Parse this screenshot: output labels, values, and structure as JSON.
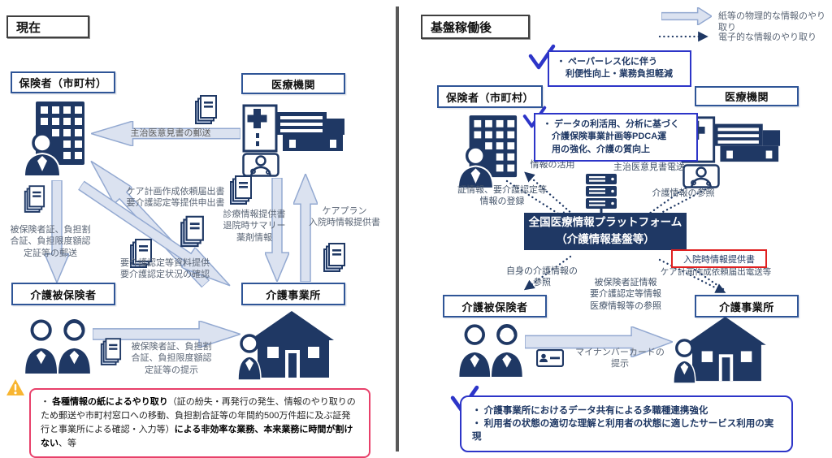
{
  "colors": {
    "navy": "#1f3864",
    "entity_border": "#2f5597",
    "benefit_blue": "#2d35c8",
    "warning_pink": "#e8406a",
    "highlight_red": "#e02020",
    "arrow_fill": "#dbe2f0",
    "warning_yellow": "#f8b531"
  },
  "icons": {
    "building": "building-icon",
    "hospital": "hospital-icon",
    "doctor": "doctor-icon",
    "documents": "documents-icon",
    "people": "people-icon",
    "house": "house-icon",
    "server": "server-icon",
    "id_card": "id-card-icon",
    "warning": "warning-icon",
    "check": "check-icon"
  },
  "legend": {
    "paper": "紙等の物理的な情報のやり取り",
    "electronic": "電子的な情報のやり取り"
  },
  "left": {
    "title": "現在",
    "boxes": {
      "insurer": "保険者（市町村）",
      "medical": "医療機関",
      "insured": "介護被保険者",
      "care_office": "介護事業所"
    },
    "flows": {
      "doctor_opinion_mail": "主治医意見書の郵送",
      "cert_mail": "被保険者証、負担割\n合証、負担限度額認\n定証等の郵送",
      "care_plan_request": "ケア計画作成依頼届出書\n要介護認定等提供申出書",
      "cert_provision": "要介護認定等資料提供\n要介護認定状況の確認",
      "medical_docs": "診療情報提供書\n退院時サマリー\n薬剤情報",
      "care_plan": "ケアプラン\n入院時情報提供書",
      "cert_show": "被保険者証、負担割\n合証、負担限度額認\n定証等の提示"
    },
    "warning": {
      "bullet": "・ ",
      "bold1": "各種情報の紙によるやり取り",
      "normal": "（証の紛失・再発行の発生、情報のやり取りのため郵送や市町村窓口への移動、負担割合証等の年間約500万件超に及ぶ証発行と事業所による確認・入力等）",
      "bold2": "による非効率な業務、本来業務に時間が割けない",
      "tail": "、等"
    }
  },
  "right": {
    "title": "基盤稼働後",
    "boxes": {
      "insurer": "保険者（市町村）",
      "medical": "医療機関",
      "insured": "介護被保険者",
      "care_office": "介護事業所"
    },
    "platform": {
      "line1": "全国医療情報プラットフォーム",
      "line2": "（介護情報基盤等）"
    },
    "benefits": {
      "paperless": "・ ペーパーレス化に伴う\n　利便性向上・業務負担軽減",
      "pdca": "・ データの利活用、分析に基づく\n　介護保険事業計画等PDCA運\n　用の強化、介護の質向上",
      "bottom": "・ 介護事業所におけるデータ共有による多職種連携強化\n・ 利用者の状態の適切な理解と利用者の状態に適したサービス利用の実現"
    },
    "flows": {
      "info_use": "情報の活用",
      "doctor_opinion_send": "主治医意見書電送",
      "cert_register": "証情報、要介護認定等\n情報の登録",
      "care_info_ref": "介護情報の参照",
      "self_care_ref": "自身の介護情報の\n参照",
      "insured_cert_ref": "被保険者証情報\n要介護認定等情報\n医療情報等の参照",
      "hospital_info": "入院時情報提供書",
      "care_plan_send": "ケア計画作成依頼届出電送等",
      "mynumber": "マイナンバーカードの\n提示"
    }
  }
}
